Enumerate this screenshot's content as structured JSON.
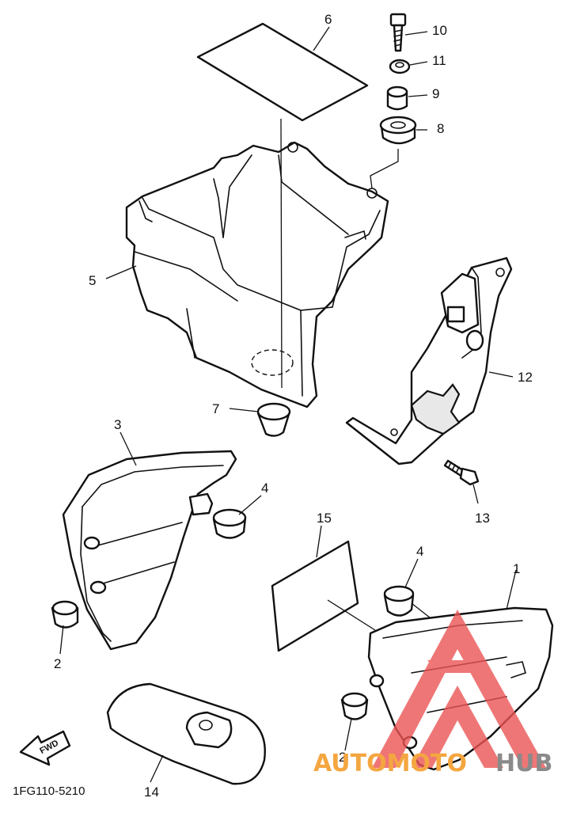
{
  "diagram": {
    "part_numbers": {
      "p1": "1",
      "p2a": "2",
      "p2b": "2",
      "p3": "3",
      "p4a": "4",
      "p4b": "4",
      "p5": "5",
      "p6": "6",
      "p7": "7",
      "p8": "8",
      "p9": "9",
      "p10": "10",
      "p11": "11",
      "p12": "12",
      "p13": "13",
      "p14": "14",
      "p15": "15"
    },
    "figure_code": "1FG110-5210",
    "direction_marker": "FWD",
    "watermark": {
      "text_part1": "AUTOMOTO",
      "text_part2": "HUB",
      "color_primary": "#f4a640",
      "color_secondary": "#8a8a8a",
      "logo_color": "#ec5454"
    }
  }
}
